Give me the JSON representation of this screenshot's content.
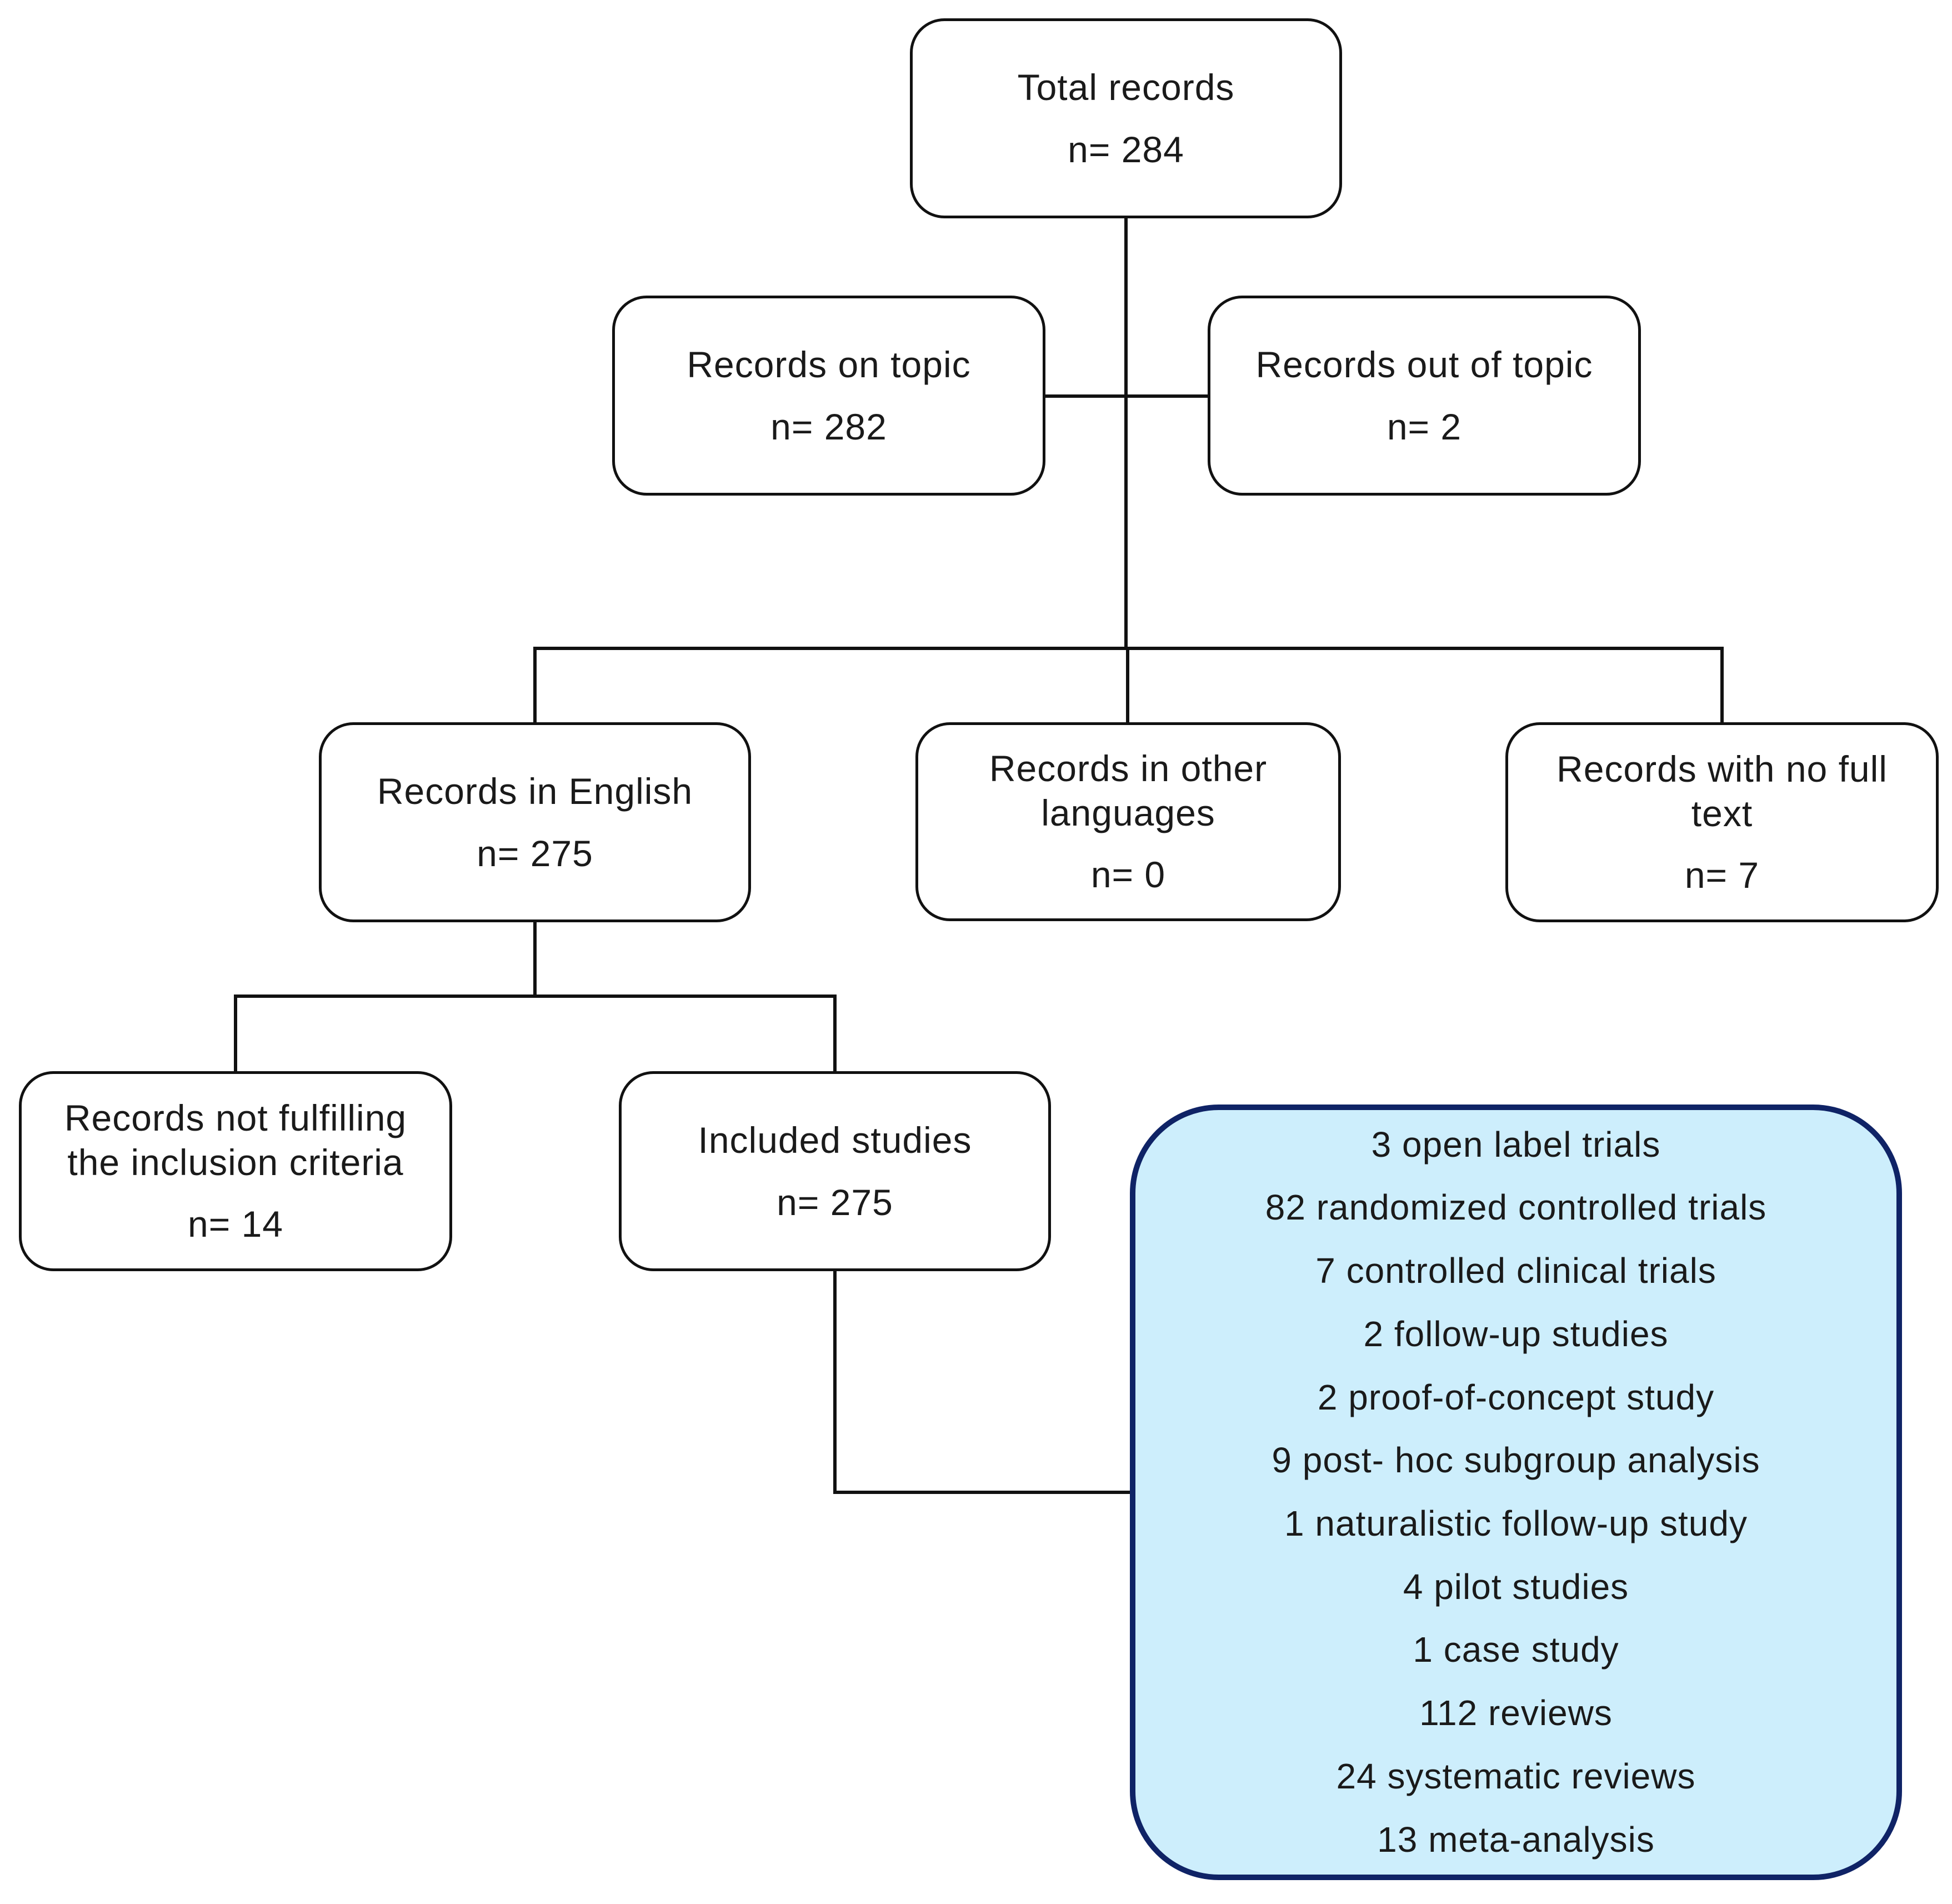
{
  "nodes": {
    "total": {
      "label": "Total records",
      "count": "n= 284"
    },
    "on_topic": {
      "label": "Records on topic",
      "count": "n= 282"
    },
    "out_of_topic": {
      "label": "Records out of topic",
      "count": "n= 2"
    },
    "english": {
      "label": "Records in English",
      "count": "n= 275"
    },
    "other_languages": {
      "label_line1": "Records in other",
      "label_line2": "languages",
      "count": "n= 0"
    },
    "no_full_text": {
      "label_line1": "Records with no full",
      "label_line2": "text",
      "count": "n= 7"
    },
    "not_fulfilling": {
      "label_line1": "Records not fulfilling",
      "label_line2": "the inclusion criteria",
      "count": "n= 14"
    },
    "included": {
      "label": "Included studies",
      "count": "n= 275"
    }
  },
  "study_breakdown": [
    "3 open label trials",
    "82 randomized controlled trials",
    "7 controlled clinical trials",
    "2 follow-up studies",
    "2 proof-of-concept study",
    "9 post- hoc subgroup analysis",
    "1 naturalistic follow-up study",
    "4 pilot studies",
    "1 case study",
    "112 reviews",
    "24 systematic  reviews",
    "13 meta-analysis"
  ],
  "colors": {
    "line": "#111111",
    "box_border": "#111111",
    "highlight_fill": "#cdeefc",
    "highlight_border": "#0f2366"
  }
}
